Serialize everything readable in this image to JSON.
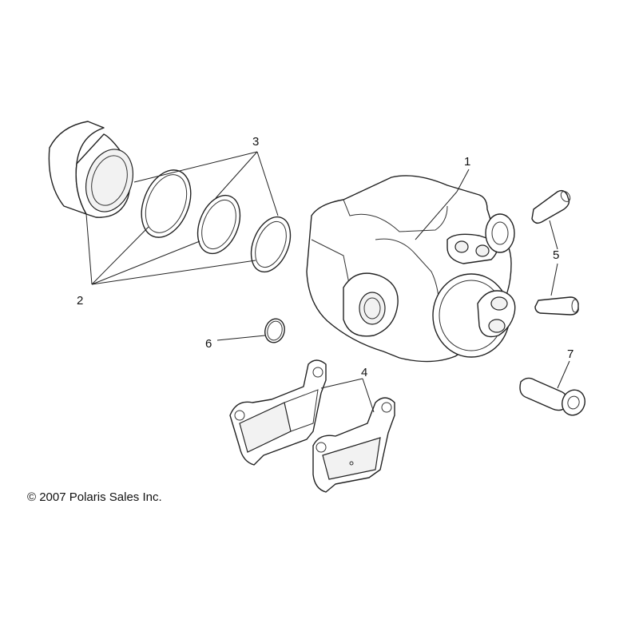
{
  "callouts": {
    "c1": "1",
    "c2": "2",
    "c3": "3",
    "c4": "4",
    "c5": "5",
    "c6": "6",
    "c7": "7"
  },
  "footer": {
    "copyright": "© 2007 Polaris Sales Inc."
  },
  "parts_depicted": {
    "p1": "caliper-body-icon",
    "p2": "piston-icon",
    "p3": "seal-ring-icon",
    "p4": "brake-pad-icon",
    "p5": "bleeder-pin-icon",
    "p6": "o-ring-icon",
    "p7": "bolt-icon"
  }
}
